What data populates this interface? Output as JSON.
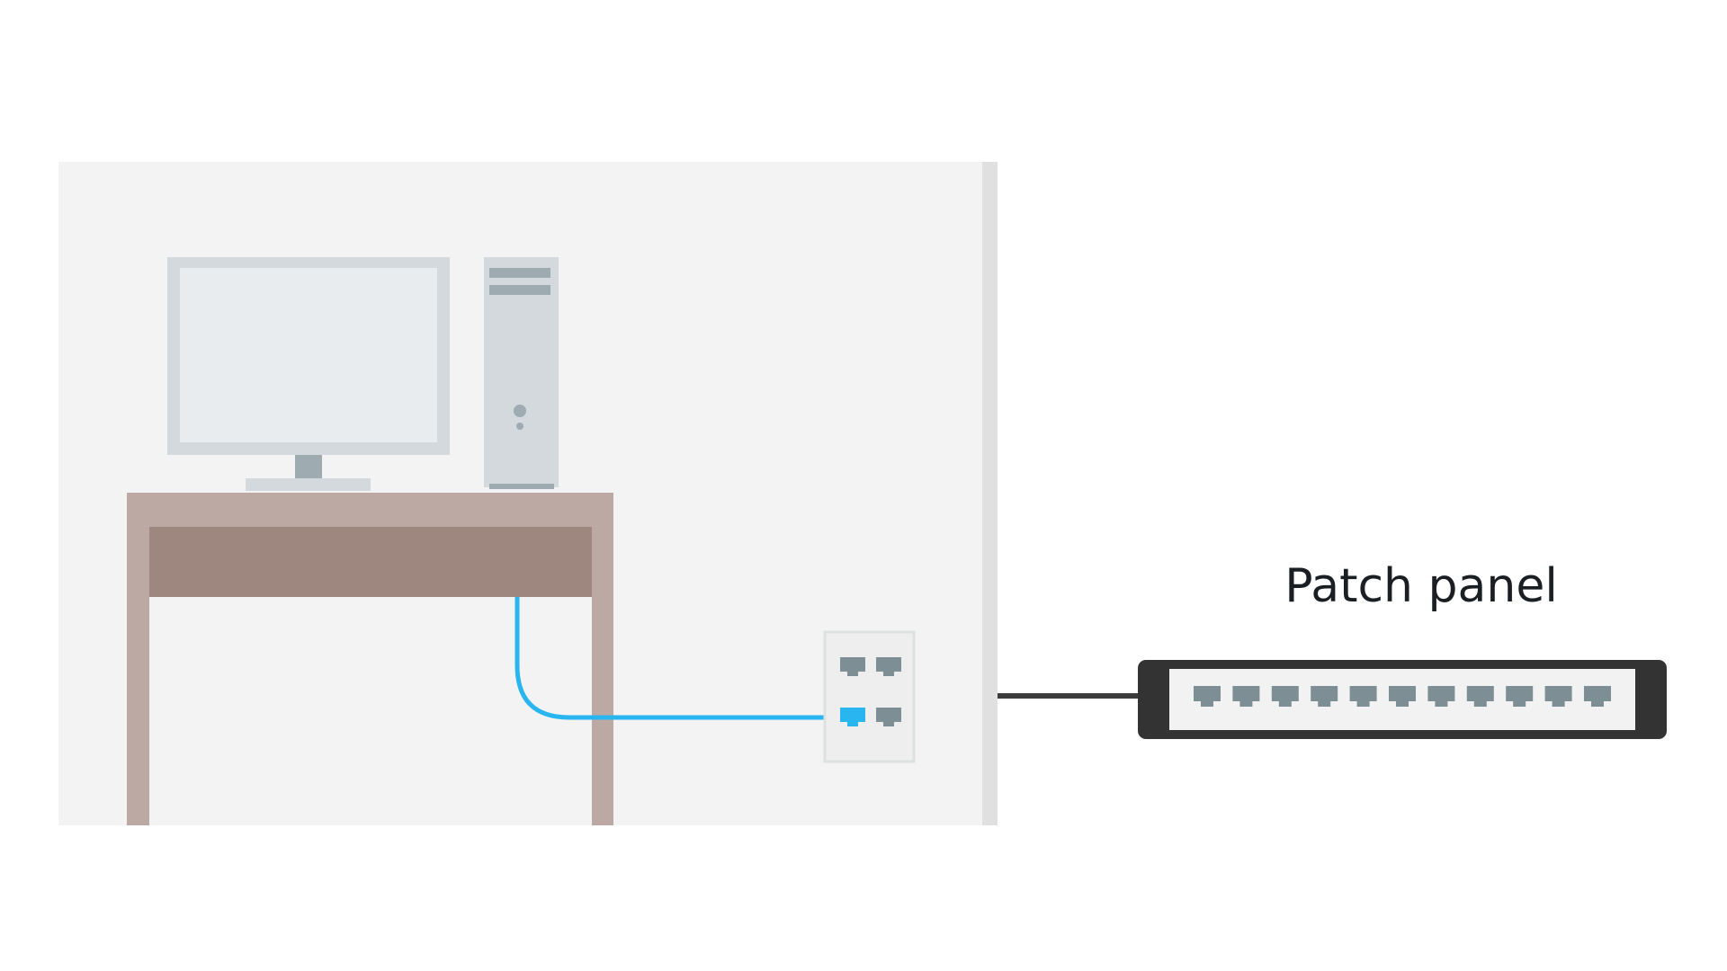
{
  "diagram": {
    "label": "Patch panel",
    "patch_panel_port_count": 11,
    "wall_jack_port_count": 4,
    "colors": {
      "room_background": "#f3f3f3",
      "wall_edge": "#e0e0e0",
      "monitor_frame": "#d3d9dc",
      "monitor_screen": "#e9ecee",
      "tower_body": "#d3d9dc",
      "tower_accents": "#9eabb1",
      "desk_top": "#bca9a4",
      "desk_apron": "#9e877f",
      "network_cable": "#29b6f0",
      "uplink_cable": "#3c3c3c",
      "patch_panel_body": "#333333",
      "patch_panel_face": "#f2f2f2",
      "port": "#7d8e95",
      "active_port": "#29b6f0"
    }
  }
}
